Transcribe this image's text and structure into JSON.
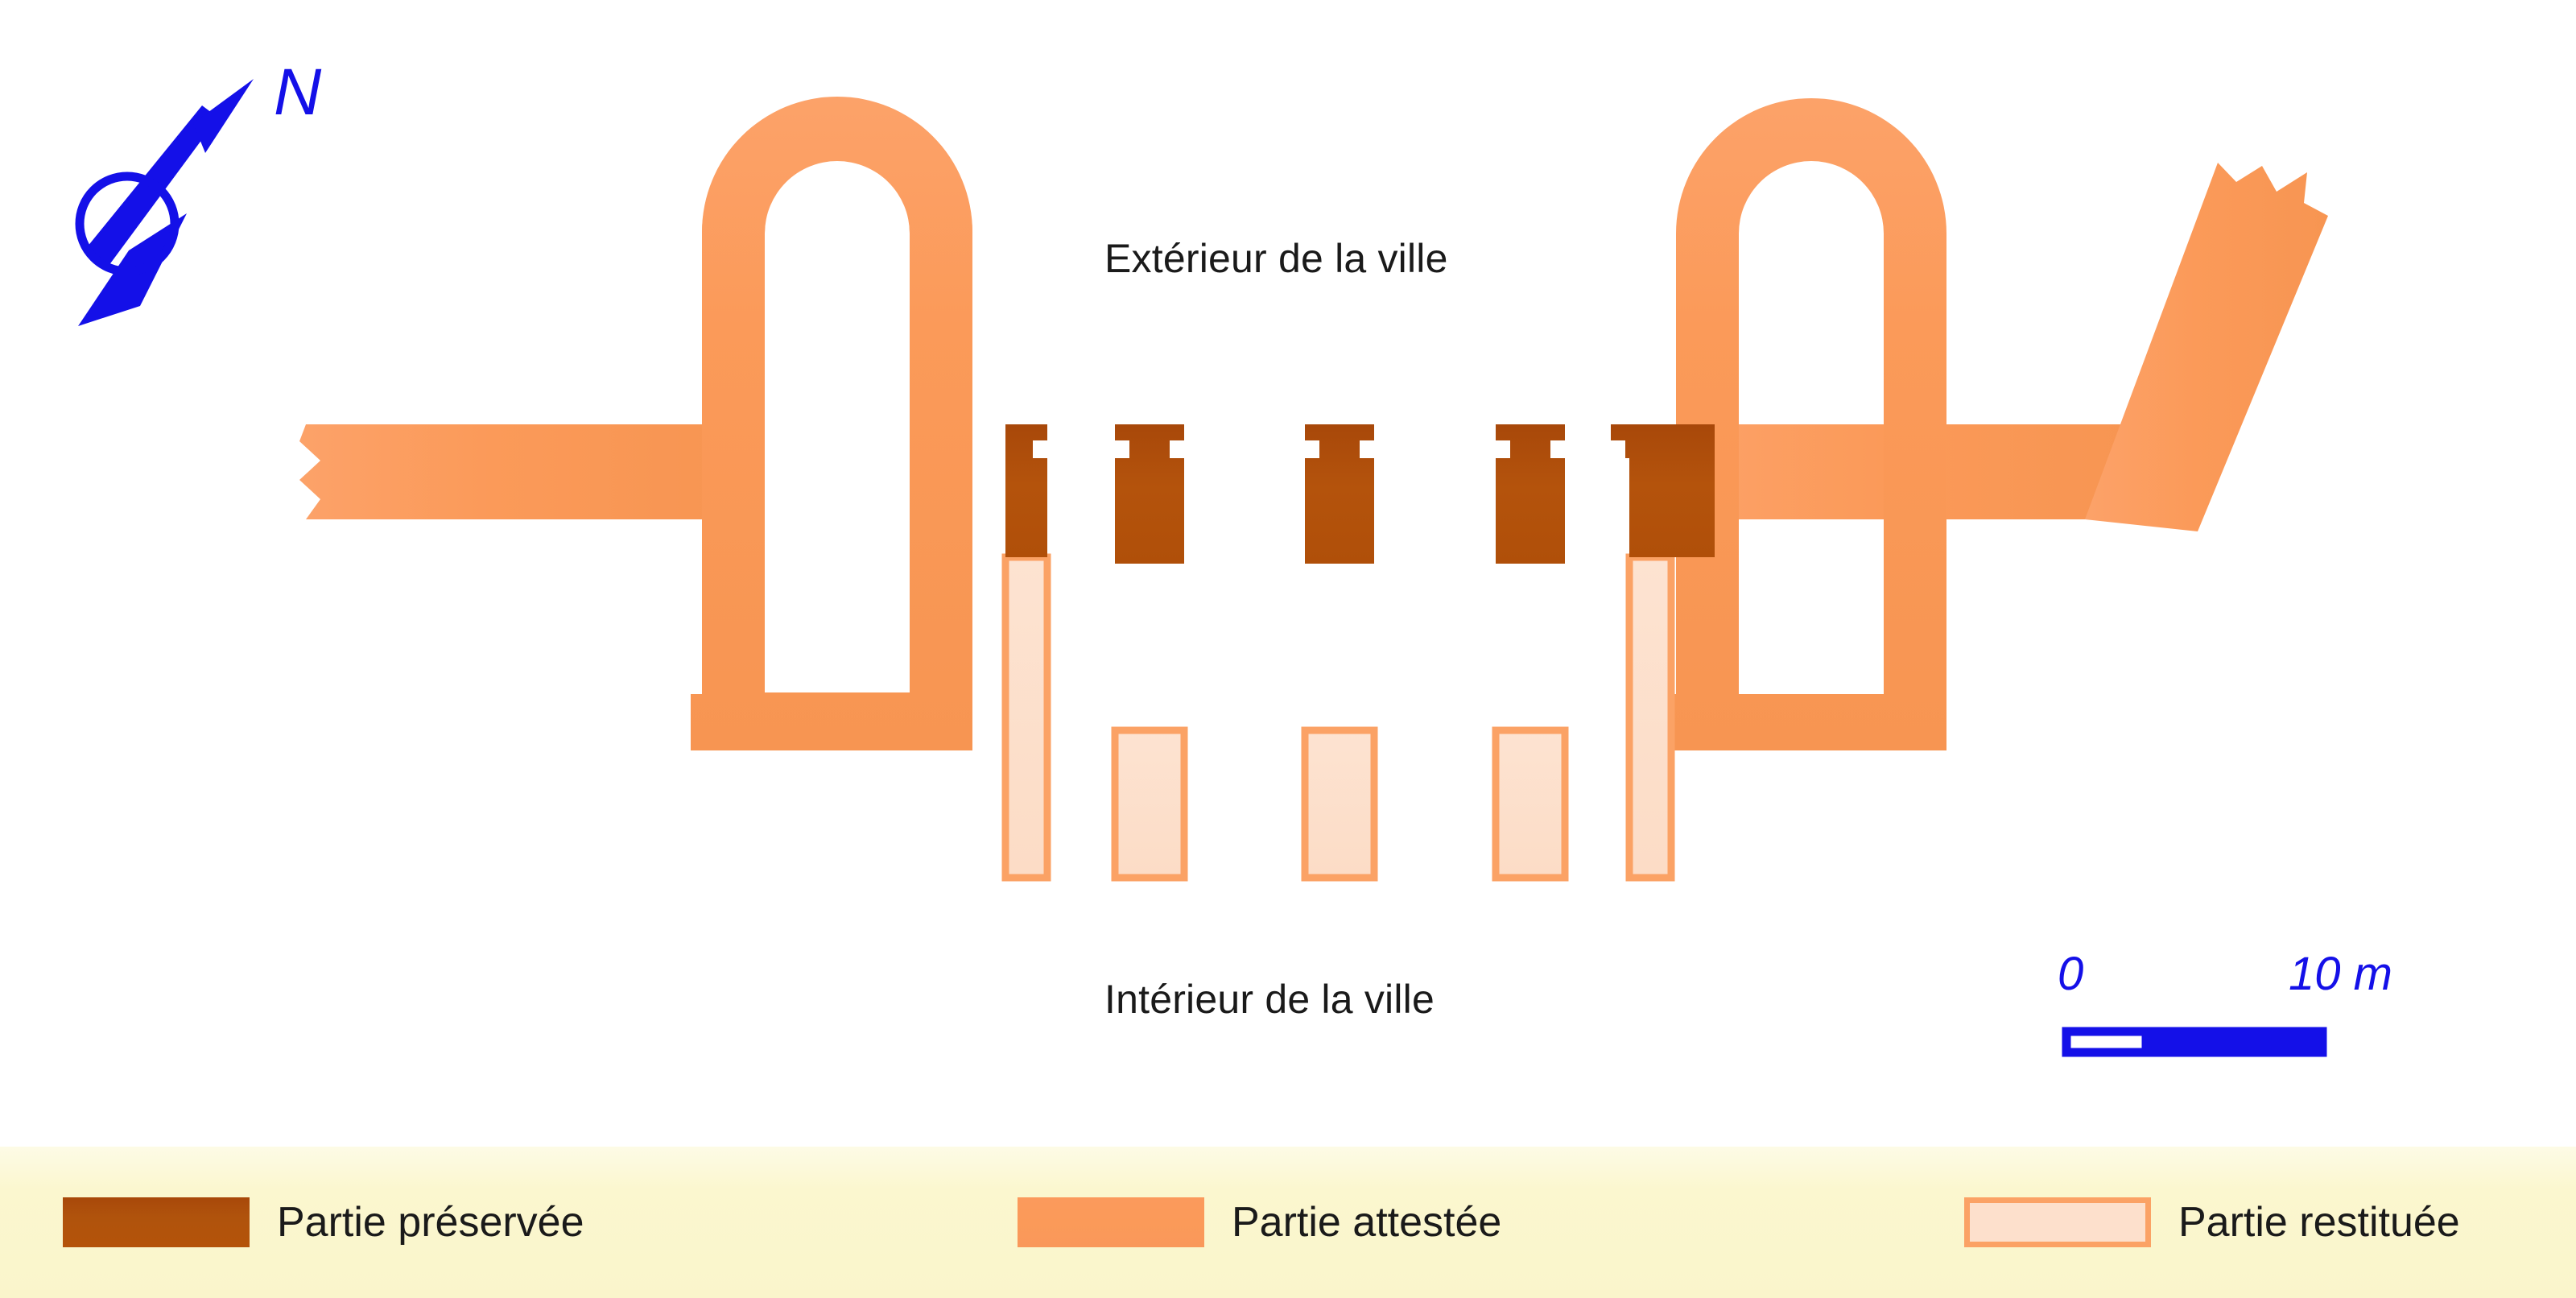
{
  "figure": {
    "type": "archaeological-site-plan",
    "background_color": "#ffffff"
  },
  "map": {
    "labels": {
      "exterior": "Extérieur de la ville",
      "interior": "Intérieur de la ville"
    },
    "colors": {
      "preserved": "#b4500a",
      "attested": "#fb9a59",
      "restored_fill": "#fde0cc",
      "restored_stroke": "#fba265",
      "annotation_blue": "#1410e8",
      "legend_background": "#faf5cd",
      "text": "#1a1a1a"
    },
    "features": {
      "towers": 2,
      "preserved_pillars": 5,
      "restored_pillars": 5,
      "walls": [
        "west-curtain-wall",
        "east-curtain-wall",
        "east-diagonal-wall"
      ]
    }
  },
  "north_arrow": {
    "letter": "N",
    "color": "#1410e8"
  },
  "scale_bar": {
    "min_label": "0",
    "max_label": "10 m",
    "color": "#1410e8",
    "segments": 2,
    "unit": "m",
    "length_value": 10
  },
  "legend": {
    "background_color": "#faf5cd",
    "items": [
      {
        "label": "Partie préservée",
        "color": "#b4500a",
        "style": "solid"
      },
      {
        "label": "Partie attestée",
        "color": "#fb9a59",
        "style": "solid"
      },
      {
        "label": "Partie restituée",
        "color": "#fde0cc",
        "style": "outlined"
      }
    ]
  }
}
